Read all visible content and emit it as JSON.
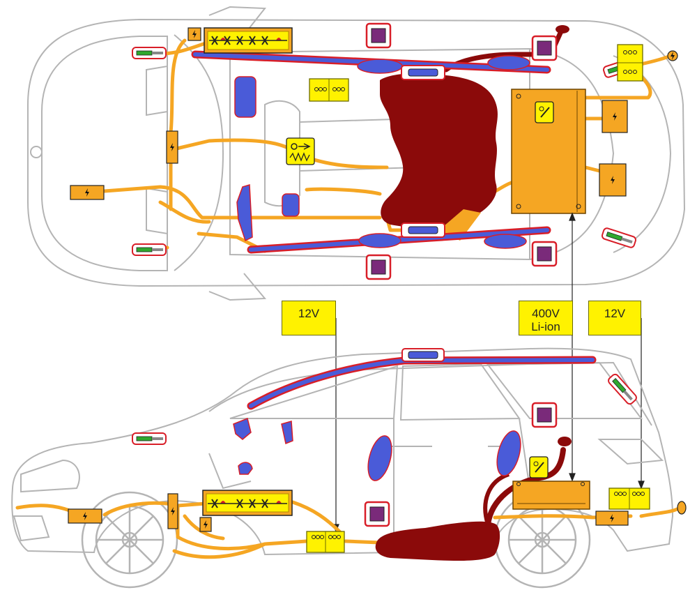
{
  "labels": {
    "battery_12v_front": "12V",
    "battery_hv_line1": "400V",
    "battery_hv_line2": "Li-ion",
    "battery_12v_rear": "12V"
  },
  "colors": {
    "body_outline": "#b4b4b4",
    "wiring": "#f5a623",
    "airbag": "#4a5bd8",
    "airbag_edge": "#d81e28",
    "fuel_tank": "#8b0a0a",
    "hv_battery": "#f5a623",
    "battery_12v": "#fff200",
    "seatbelt_tensioner": "#7a2a7a",
    "gas_strut": "#2ea82e",
    "callout": "#fff200"
  },
  "icons": [
    "lightning-icon",
    "airbag-inflator-icon",
    "battery-12v-icon",
    "hv-battery-icon",
    "fuel-tank-icon",
    "belt-tensioner-icon",
    "gas-strut-icon",
    "service-disconnect-icon",
    "restraint-control-icon"
  ]
}
